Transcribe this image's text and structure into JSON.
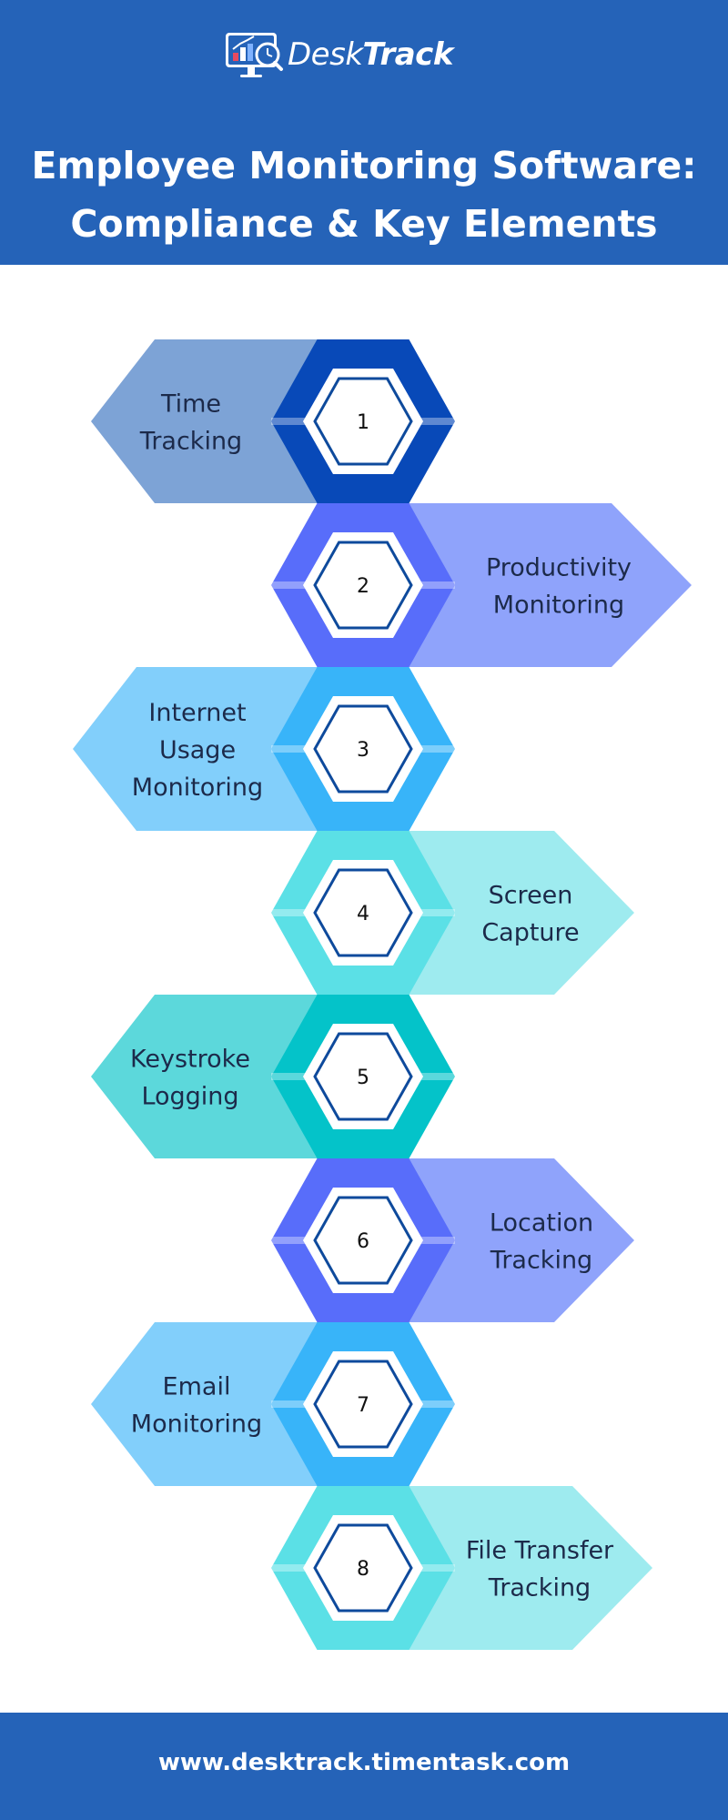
{
  "brand": {
    "name_part1": "Desk",
    "name_part2": "Track",
    "logo_icon": "monitor-chart-clock-icon"
  },
  "title": {
    "line1": "Employee Monitoring Software:",
    "line2": "Compliance & Key Elements"
  },
  "steps": [
    {
      "number": "1",
      "lines": [
        "Time",
        "Tracking"
      ],
      "side": "left",
      "hex_color": "#0849b8",
      "tab_color": "#7da3d6"
    },
    {
      "number": "2",
      "lines": [
        "Productivity",
        "Monitoring"
      ],
      "side": "right",
      "hex_color": "#586dfa",
      "tab_color": "#8fa3fb"
    },
    {
      "number": "3",
      "lines": [
        "Internet",
        "Usage",
        "Monitoring"
      ],
      "side": "left",
      "hex_color": "#38b4f9",
      "tab_color": "#82cffb"
    },
    {
      "number": "4",
      "lines": [
        "Screen",
        "Capture"
      ],
      "side": "right",
      "hex_color": "#5be0e6",
      "tab_color": "#9eebef"
    },
    {
      "number": "5",
      "lines": [
        "Keystroke",
        "Logging"
      ],
      "side": "left",
      "hex_color": "#04c3c9",
      "tab_color": "#5cd8db"
    },
    {
      "number": "6",
      "lines": [
        "Location",
        "Tracking"
      ],
      "side": "right",
      "hex_color": "#586dfa",
      "tab_color": "#8fa3fb"
    },
    {
      "number": "7",
      "lines": [
        "Email",
        "Monitoring"
      ],
      "side": "left",
      "hex_color": "#38b4f9",
      "tab_color": "#82cffb"
    },
    {
      "number": "8",
      "lines": [
        "File Transfer",
        "Tracking"
      ],
      "side": "right",
      "hex_color": "#5be0e6",
      "tab_color": "#9eebef"
    }
  ],
  "colors": {
    "header_bg": "#2563b8",
    "text_dark": "#1c2a4a",
    "inner_hex_border": "#0e4a9c"
  },
  "footer": {
    "url": "www.desktrack.timentask.com"
  }
}
